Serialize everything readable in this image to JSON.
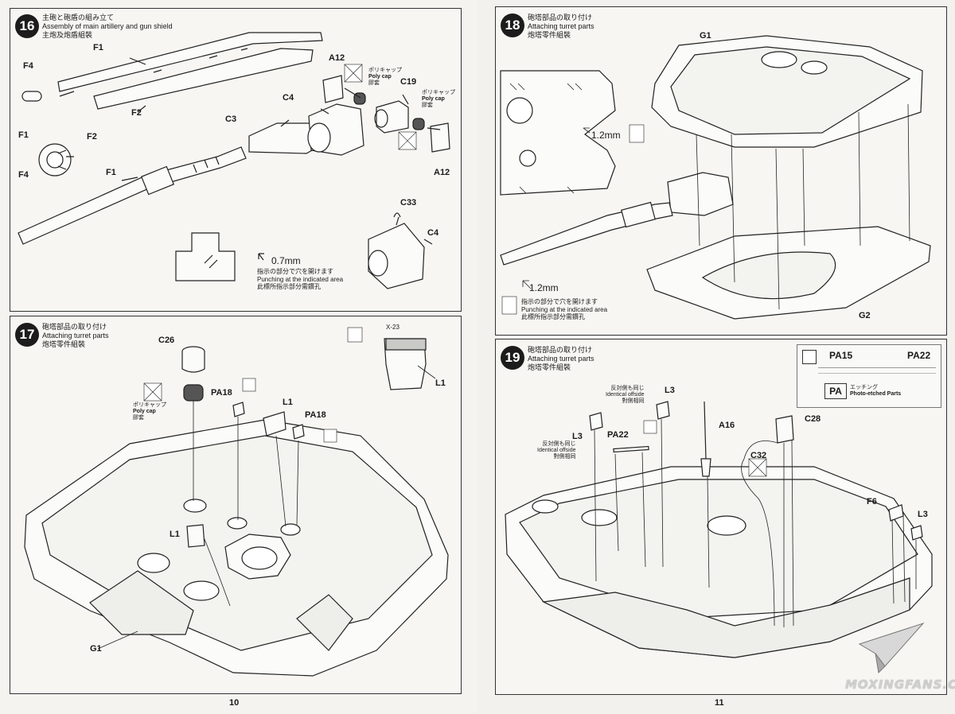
{
  "left_page": {
    "page_number": "10",
    "step16": {
      "number": "16",
      "title_jp": "主砲と砲盾の組み立て",
      "title_en": "Assembly of main artillery and gun shield",
      "title_cn": "主炮及炮盾組裝",
      "labels": [
        "F4",
        "F1",
        "F2",
        "A12",
        "C19",
        "C4",
        "C3",
        "F1",
        "F2",
        "F4",
        "F1",
        "C33",
        "C4"
      ],
      "polycap_jp": "ポリキャップ",
      "polycap_en": "Poly cap",
      "polycap_cn": "膠套",
      "punch_mm": "0.7mm",
      "punch_jp": "指示の部分で穴を開けます",
      "punch_en": "Punching at the indicated area",
      "punch_cn": "此標所指示部分需鑽孔"
    },
    "step17": {
      "number": "17",
      "title_jp": "砲塔部品の取り付け",
      "title_en": "Attaching turret parts",
      "title_cn": "炮塔零件組裝",
      "labels": [
        "C26",
        "PA18",
        "L1",
        "PA18",
        "L1",
        "G1",
        "L1"
      ],
      "paint_code": "X-23",
      "polycap_jp": "ポリキャップ",
      "polycap_en": "Poly cap",
      "polycap_cn": "膠套"
    }
  },
  "right_page": {
    "page_number": "11",
    "step18": {
      "number": "18",
      "title_jp": "砲塔部品の取り付け",
      "title_en": "Attaching turret parts",
      "title_cn": "炮塔零件組裝",
      "labels": [
        "G1",
        "G2"
      ],
      "punch_mm_1": "1.2mm",
      "punch_mm_2": "1.2mm",
      "punch_jp": "指示の部分で穴を開けます",
      "punch_en": "Punching at the indicated area",
      "punch_cn": "此標所指示部分需鑽孔"
    },
    "step19": {
      "number": "19",
      "title_jp": "砲塔部品の取り付け",
      "title_en": "Attaching turret parts",
      "title_cn": "炮塔零件組裝",
      "labels": [
        "L3",
        "L3",
        "PA22",
        "A16",
        "C28",
        "C32",
        "F6",
        "L3"
      ],
      "offside_jp": "反対側も同じ",
      "offside_en": "Identical offside",
      "offside_cn": "對側相同",
      "legend_pa15": "PA15",
      "legend_pa22": "PA22",
      "legend_pa": "PA",
      "legend_etch_jp": "エッチング",
      "legend_etch_en": "Photo-etched Parts"
    }
  },
  "watermark": "MOXINGFANS.COM"
}
